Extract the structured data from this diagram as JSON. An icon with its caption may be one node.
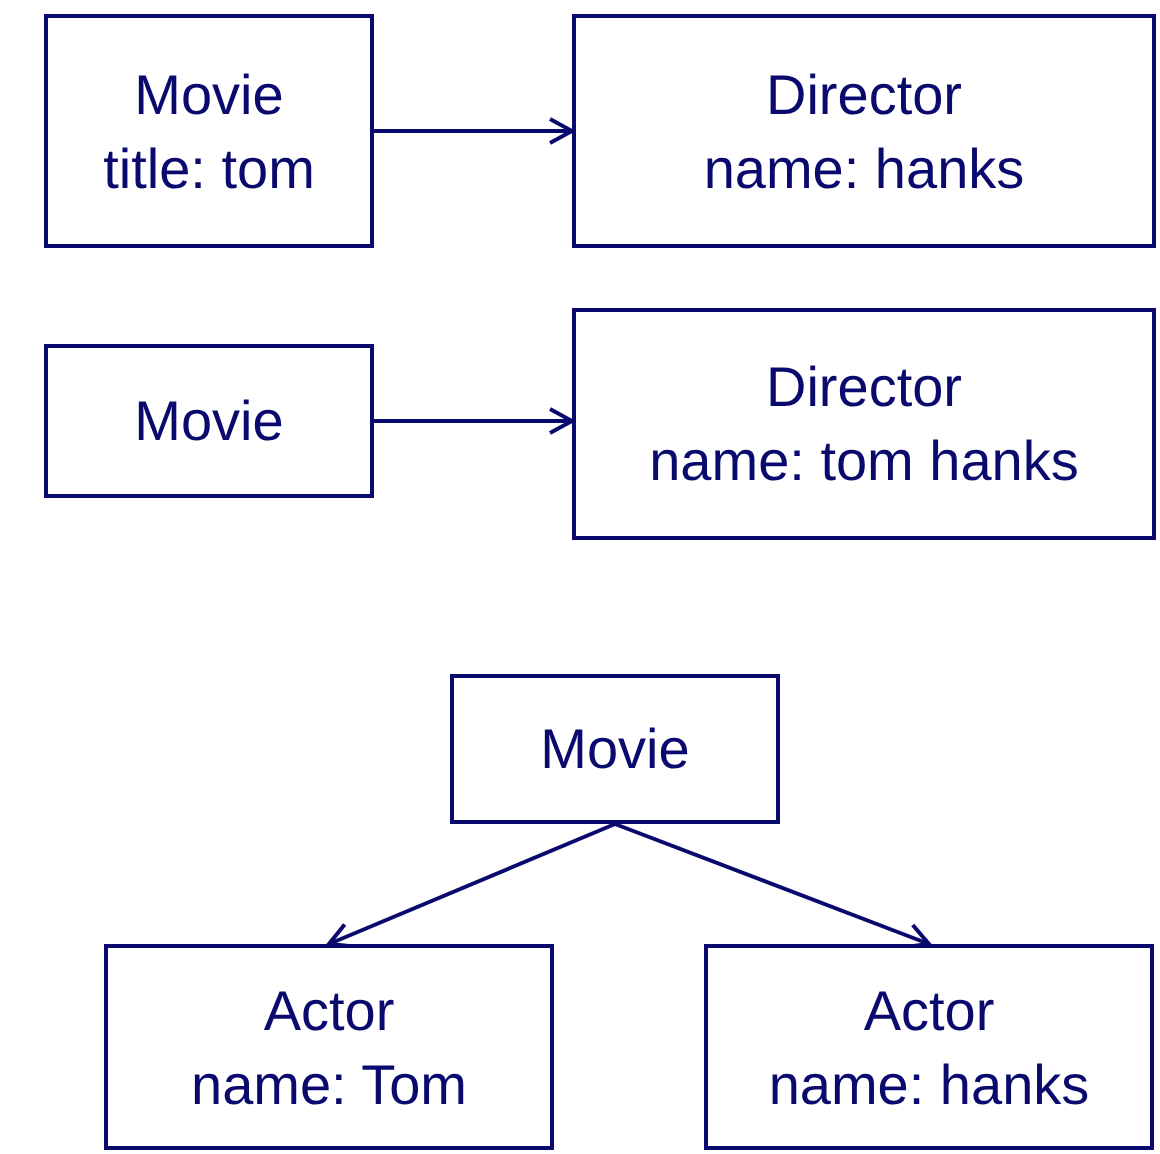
{
  "diagram": {
    "nodes": [
      {
        "text": [
          "Movie",
          "title: tom"
        ]
      },
      {
        "text": [
          "Director",
          "name: hanks"
        ]
      },
      {
        "text": [
          "Movie"
        ]
      },
      {
        "text": [
          "Director",
          "name: tom hanks"
        ]
      },
      {
        "text": [
          "Movie"
        ]
      },
      {
        "text": [
          "Actor",
          "name: Tom"
        ]
      },
      {
        "text": [
          "Actor",
          "name: hanks"
        ]
      }
    ],
    "edges": [
      {
        "from": 0,
        "to": 1,
        "arrow": "to"
      },
      {
        "from": 2,
        "to": 3,
        "arrow": "to"
      },
      {
        "from": 4,
        "to": 5,
        "arrow": "to"
      },
      {
        "from": 4,
        "to": 6,
        "arrow": "to"
      }
    ]
  }
}
